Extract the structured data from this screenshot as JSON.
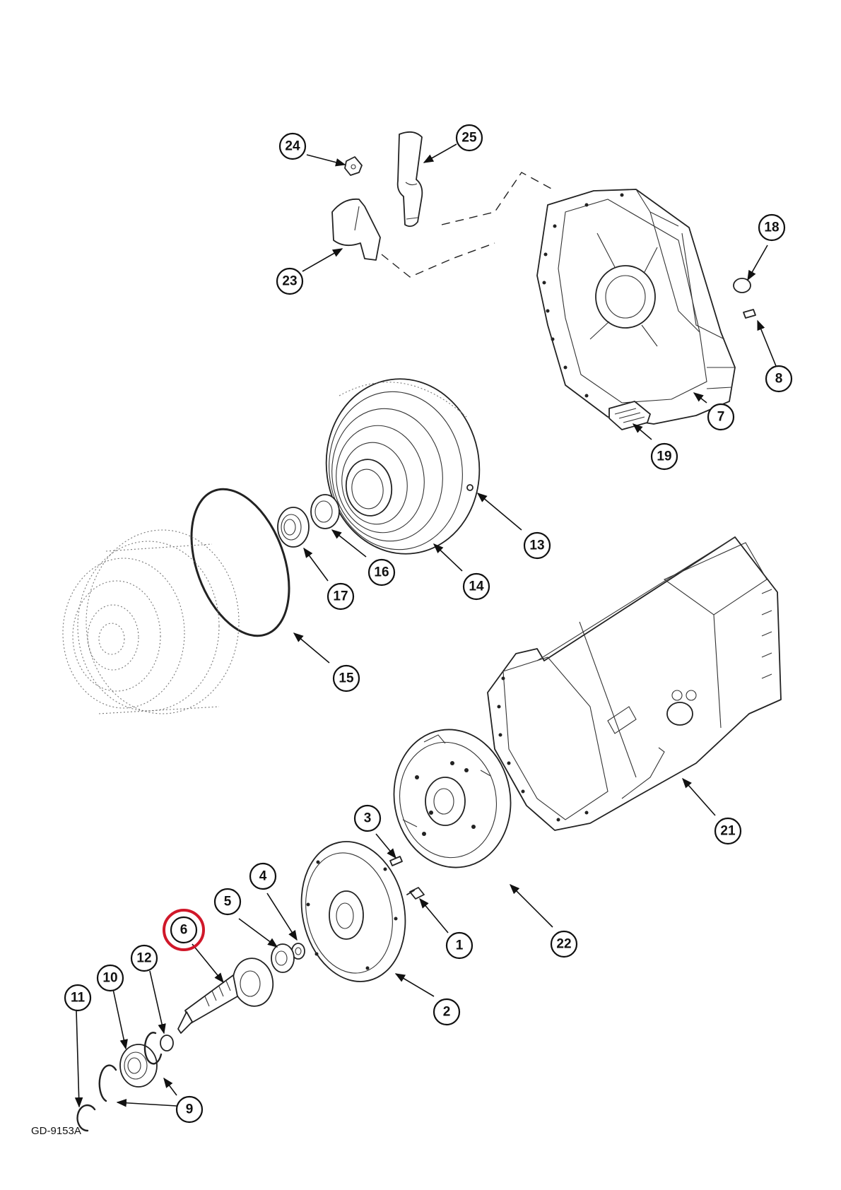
{
  "figure_code": "GD-9153A",
  "highlight_color": "#d0182a",
  "highlighted_callout": "6",
  "callouts": [
    {
      "label": "1"
    },
    {
      "label": "2"
    },
    {
      "label": "3"
    },
    {
      "label": "4"
    },
    {
      "label": "5"
    },
    {
      "label": "6"
    },
    {
      "label": "7"
    },
    {
      "label": "8"
    },
    {
      "label": "9"
    },
    {
      "label": "10"
    },
    {
      "label": "11"
    },
    {
      "label": "12"
    },
    {
      "label": "13"
    },
    {
      "label": "14"
    },
    {
      "label": "15"
    },
    {
      "label": "16"
    },
    {
      "label": "17"
    },
    {
      "label": "18"
    },
    {
      "label": "19"
    },
    {
      "label": "21"
    },
    {
      "label": "22"
    },
    {
      "label": "23"
    },
    {
      "label": "24"
    },
    {
      "label": "25"
    }
  ]
}
